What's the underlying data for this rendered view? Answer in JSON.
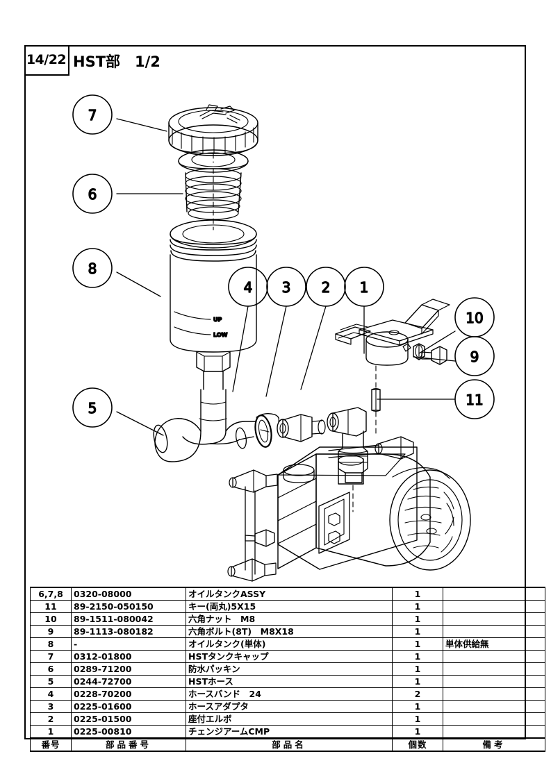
{
  "header": {
    "page_number": "14/22",
    "section_title": "HST部　1/2"
  },
  "drawing": {
    "tank_labels": {
      "up": "UP",
      "low": "LOW"
    },
    "callouts": [
      {
        "id": "7",
        "label": "7"
      },
      {
        "id": "6",
        "label": "6"
      },
      {
        "id": "8",
        "label": "8"
      },
      {
        "id": "5",
        "label": "5"
      },
      {
        "id": "4",
        "label": "4"
      },
      {
        "id": "3",
        "label": "3"
      },
      {
        "id": "2",
        "label": "2"
      },
      {
        "id": "1",
        "label": "1"
      },
      {
        "id": "10",
        "label": "10"
      },
      {
        "id": "9",
        "label": "9"
      },
      {
        "id": "11",
        "label": "11"
      }
    ]
  },
  "table": {
    "columns": {
      "no": "番号",
      "part_number": "部品番号",
      "part_name": "部品名",
      "quantity": "個数",
      "remarks": "備考"
    },
    "rows": [
      {
        "no": "6,7,8",
        "part_number": "0320-08000",
        "part_name": "オイルタンクASSY",
        "qty": "1",
        "remarks": ""
      },
      {
        "no": "11",
        "part_number": "89-2150-050150",
        "part_name": "キー(両丸)5X15",
        "qty": "1",
        "remarks": ""
      },
      {
        "no": "10",
        "part_number": "89-1511-080042",
        "part_name": "六角ナット　M8",
        "qty": "1",
        "remarks": ""
      },
      {
        "no": "9",
        "part_number": "89-1113-080182",
        "part_name": "六角ボルト(8T)　M8X18",
        "qty": "1",
        "remarks": ""
      },
      {
        "no": "8",
        "part_number": "-",
        "part_name": "オイルタンク(単体)",
        "qty": "1",
        "remarks": "単体供給無"
      },
      {
        "no": "7",
        "part_number": "0312-01800",
        "part_name": "HSTタンクキャップ",
        "qty": "1",
        "remarks": ""
      },
      {
        "no": "6",
        "part_number": "0289-71200",
        "part_name": "防水パッキン",
        "qty": "1",
        "remarks": ""
      },
      {
        "no": "5",
        "part_number": "0244-72700",
        "part_name": "HSTホース",
        "qty": "1",
        "remarks": ""
      },
      {
        "no": "4",
        "part_number": "0228-70200",
        "part_name": "ホースバンド　24",
        "qty": "2",
        "remarks": ""
      },
      {
        "no": "3",
        "part_number": "0225-01600",
        "part_name": "ホースアダプタ",
        "qty": "1",
        "remarks": ""
      },
      {
        "no": "2",
        "part_number": "0225-01500",
        "part_name": "座付エルボ",
        "qty": "1",
        "remarks": ""
      },
      {
        "no": "1",
        "part_number": "0225-00810",
        "part_name": "チェンジアームCMP",
        "qty": "1",
        "remarks": ""
      }
    ]
  }
}
